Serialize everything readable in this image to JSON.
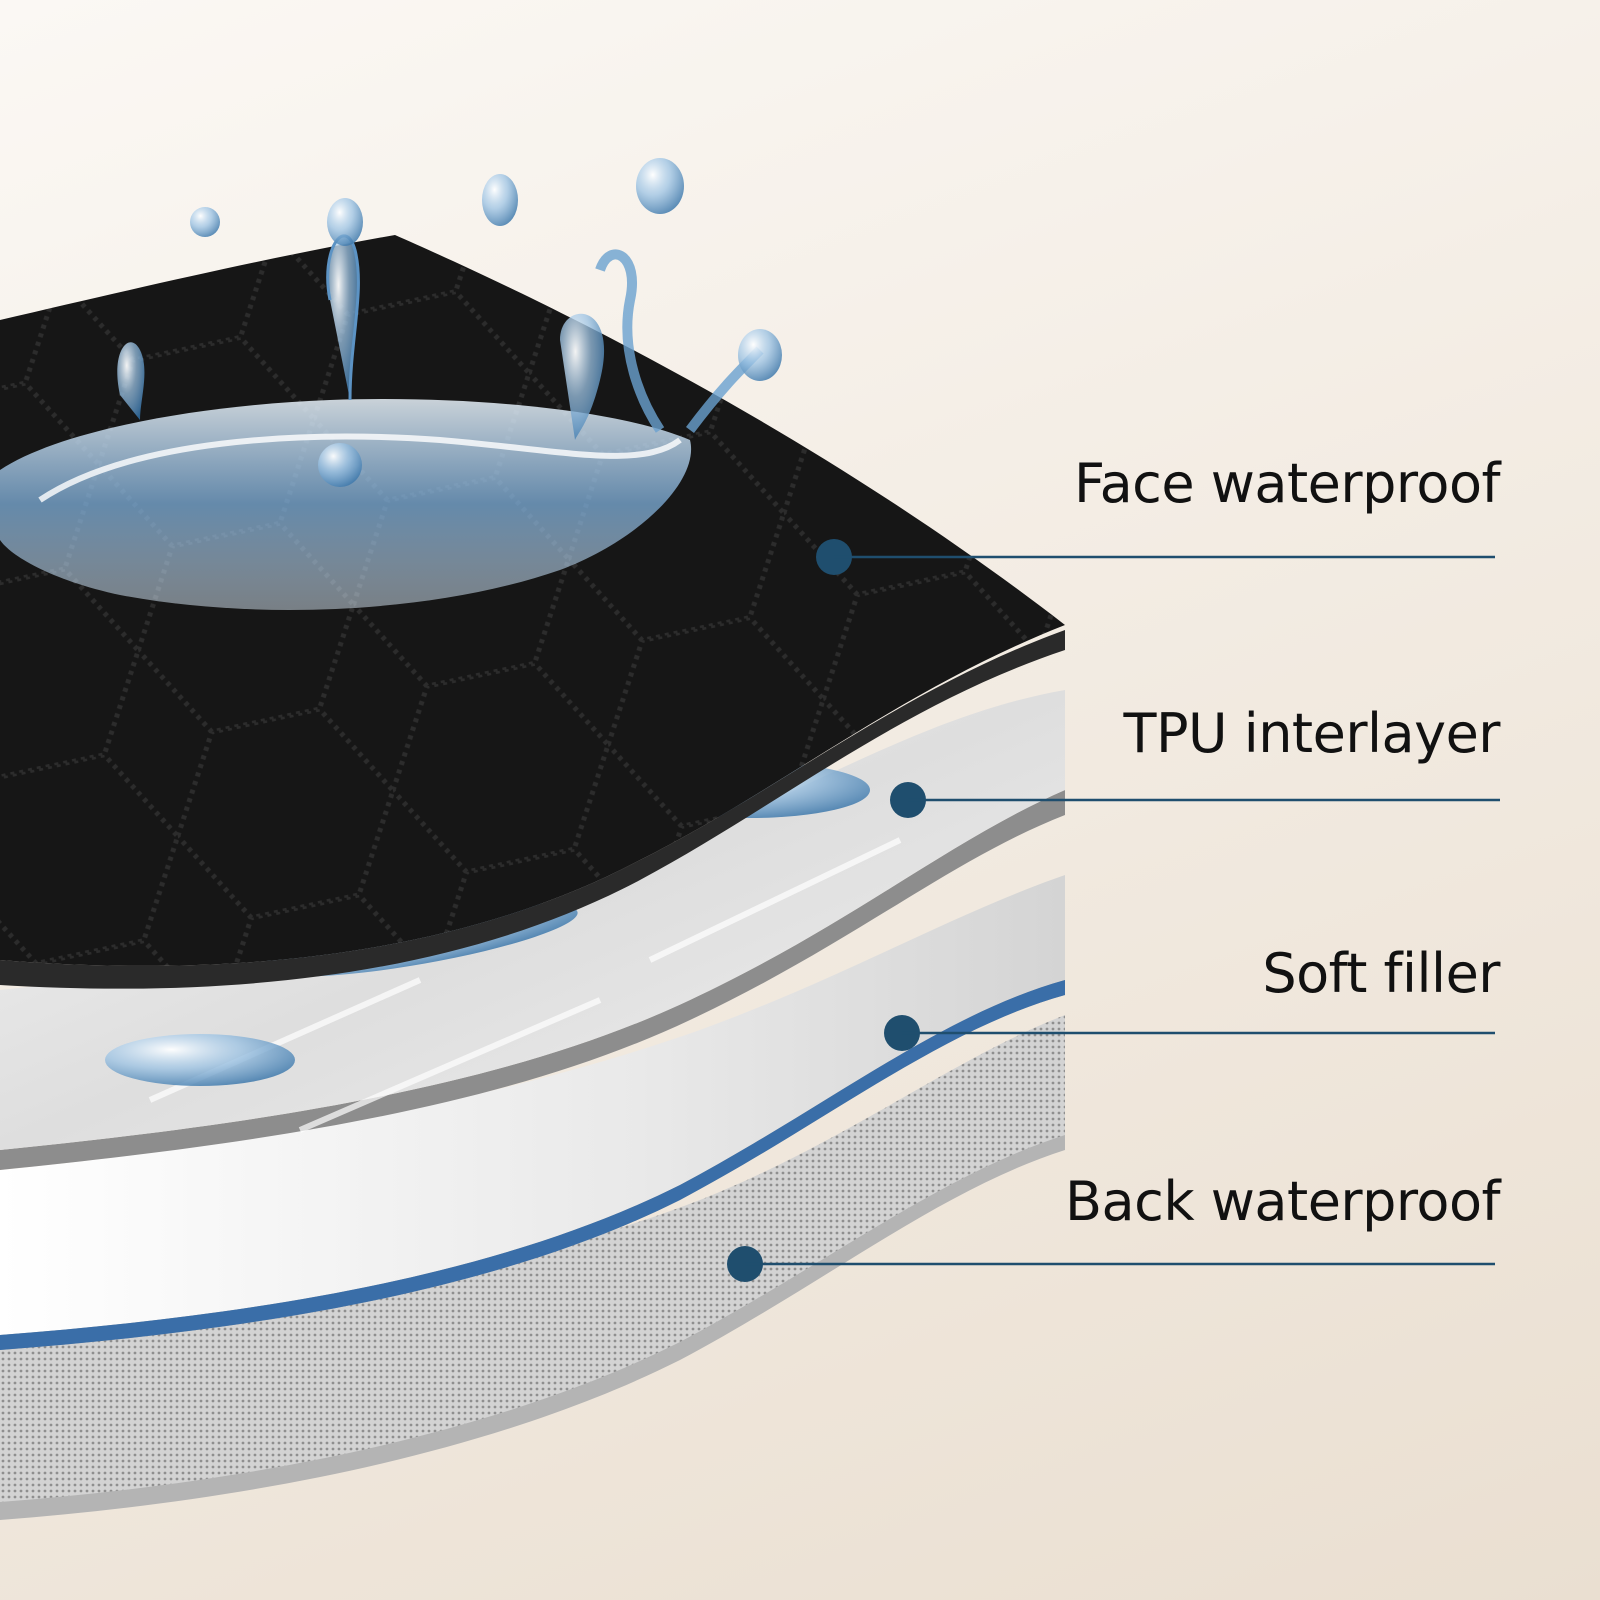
{
  "colors": {
    "background": "#f3ece3",
    "face_layer": "#161616",
    "tpu_layer": "#e2e2e2",
    "filler_layer": "#f1f1f1",
    "back_layer": "#c9c9c9",
    "callout": "#1f4e6e",
    "label_text": "#111111"
  },
  "callouts": [
    {
      "id": "face",
      "label": "Face waterproof"
    },
    {
      "id": "tpu",
      "label": "TPU interlayer"
    },
    {
      "id": "soft",
      "label": "Soft filler"
    },
    {
      "id": "back",
      "label": "Back waterproof"
    }
  ]
}
